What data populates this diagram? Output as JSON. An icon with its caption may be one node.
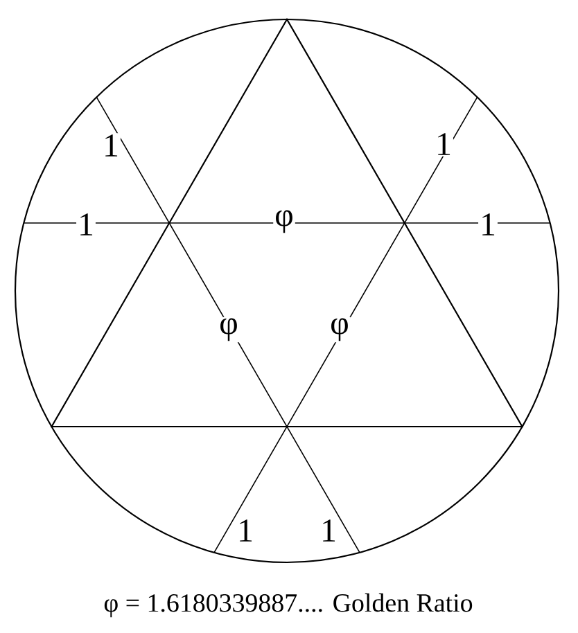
{
  "diagram": {
    "caption": "φ = 1.6180339887.... Golden Ratio",
    "labels": [
      "1",
      "1",
      "1",
      "φ",
      "1",
      "φ",
      "φ",
      "1",
      "1"
    ]
  }
}
